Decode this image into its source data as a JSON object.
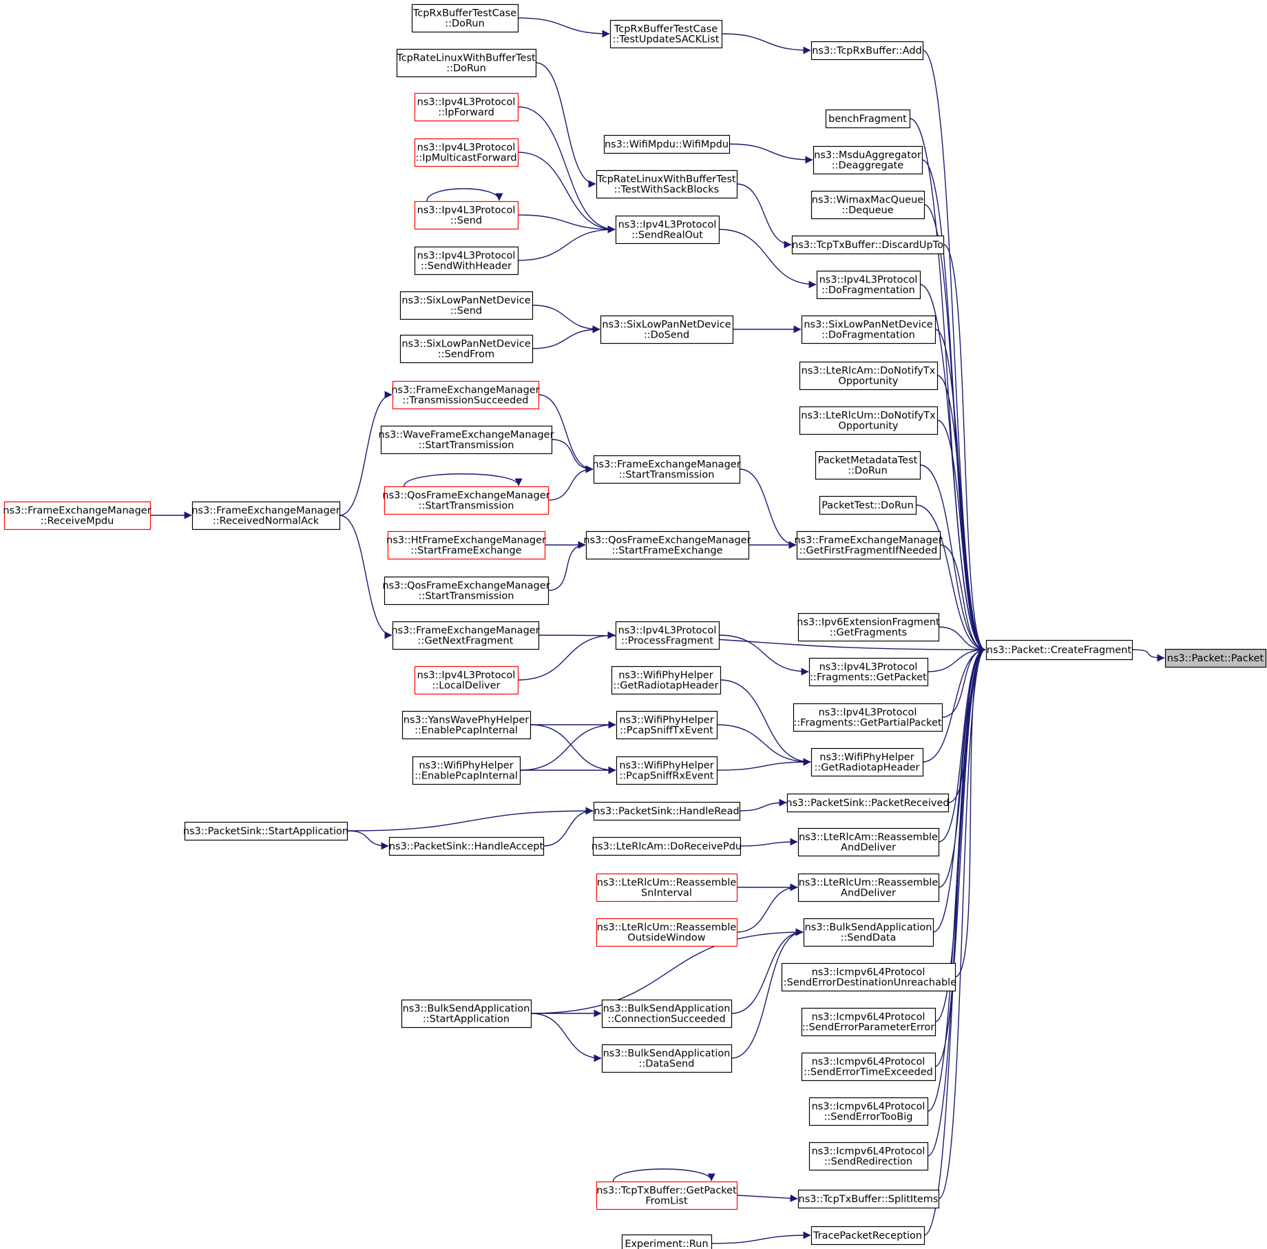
{
  "root_id": "packet_ctor",
  "colors": {
    "edge": "#191970",
    "border_normal": "#000000",
    "border_truncated": "#ff0000",
    "root_fill": "#bfbfbf",
    "fill": "#ffffff"
  },
  "nodes": [
    {
      "id": "packet_ctor",
      "lines": [
        "ns3::Packet::Packet"
      ],
      "style": "root"
    },
    {
      "id": "create_fragment",
      "lines": [
        "ns3::Packet::CreateFragment"
      ],
      "style": "normal"
    },
    {
      "id": "tcprx_add",
      "lines": [
        "ns3::TcpRxBuffer::Add"
      ],
      "style": "normal"
    },
    {
      "id": "tcprx_sack",
      "lines": [
        "TcpRxBufferTestCase",
        "::TestUpdateSACKList"
      ],
      "style": "normal"
    },
    {
      "id": "tcprx_dorun",
      "lines": [
        "TcpRxBufferTestCase",
        "::DoRun"
      ],
      "style": "normal"
    },
    {
      "id": "bench",
      "lines": [
        "benchFragment"
      ],
      "style": "normal"
    },
    {
      "id": "msdu_deagg",
      "lines": [
        "ns3::MsduAggregator",
        "::Deaggregate"
      ],
      "style": "normal"
    },
    {
      "id": "wifimpdu",
      "lines": [
        "ns3::WifiMpdu::WifiMpdu"
      ],
      "style": "normal"
    },
    {
      "id": "wimax_dequeue",
      "lines": [
        "ns3::WimaxMacQueue",
        "::Dequeue"
      ],
      "style": "normal"
    },
    {
      "id": "tcptx_discard",
      "lines": [
        "ns3::TcpTxBuffer::DiscardUpTo"
      ],
      "style": "normal"
    },
    {
      "id": "tcprate_sack",
      "lines": [
        "TcpRateLinuxWithBufferTest",
        "::TestWithSackBlocks"
      ],
      "style": "normal"
    },
    {
      "id": "tcprate_dorun",
      "lines": [
        "TcpRateLinuxWithBufferTest",
        "::DoRun"
      ],
      "style": "normal"
    },
    {
      "id": "ipv4_dofrag",
      "lines": [
        "ns3::Ipv4L3Protocol",
        "::DoFragmentation"
      ],
      "style": "normal"
    },
    {
      "id": "ipv4_sendrealout",
      "lines": [
        "ns3::Ipv4L3Protocol",
        "::SendRealOut"
      ],
      "style": "normal"
    },
    {
      "id": "ipv4_ipforward",
      "lines": [
        "ns3::Ipv4L3Protocol",
        "::IpForward"
      ],
      "style": "truncated"
    },
    {
      "id": "ipv4_ipmcast",
      "lines": [
        "ns3::Ipv4L3Protocol",
        "::IpMulticastForward"
      ],
      "style": "truncated"
    },
    {
      "id": "ipv4_send",
      "lines": [
        "ns3::Ipv4L3Protocol",
        "::Send"
      ],
      "style": "truncated"
    },
    {
      "id": "ipv4_sendwh",
      "lines": [
        "ns3::Ipv4L3Protocol",
        "::SendWithHeader"
      ],
      "style": "normal"
    },
    {
      "id": "sixlow_dofrag",
      "lines": [
        "ns3::SixLowPanNetDevice",
        "::DoFragmentation"
      ],
      "style": "normal"
    },
    {
      "id": "sixlow_dosend",
      "lines": [
        "ns3::SixLowPanNetDevice",
        "::DoSend"
      ],
      "style": "normal"
    },
    {
      "id": "sixlow_send",
      "lines": [
        "ns3::SixLowPanNetDevice",
        "::Send"
      ],
      "style": "normal"
    },
    {
      "id": "sixlow_sendfrom",
      "lines": [
        "ns3::SixLowPanNetDevice",
        "::SendFrom"
      ],
      "style": "normal"
    },
    {
      "id": "lterlcam_notify",
      "lines": [
        "ns3::LteRlcAm::DoNotifyTx",
        "Opportunity"
      ],
      "style": "normal"
    },
    {
      "id": "lterlcum_notify",
      "lines": [
        "ns3::LteRlcUm::DoNotifyTx",
        "Opportunity"
      ],
      "style": "normal"
    },
    {
      "id": "pktmeta_dorun",
      "lines": [
        "PacketMetadataTest",
        "::DoRun"
      ],
      "style": "normal"
    },
    {
      "id": "pkttest_dorun",
      "lines": [
        "PacketTest::DoRun"
      ],
      "style": "normal"
    },
    {
      "id": "fem_getfirst",
      "lines": [
        "ns3::FrameExchangeManager",
        "::GetFirstFragmentIfNeeded"
      ],
      "style": "normal"
    },
    {
      "id": "fem_starttx",
      "lines": [
        "ns3::FrameExchangeManager",
        "::StartTransmission"
      ],
      "style": "normal"
    },
    {
      "id": "fem_txsucc",
      "lines": [
        "ns3::FrameExchangeManager",
        "::TransmissionSucceeded"
      ],
      "style": "truncated"
    },
    {
      "id": "wavefem_starttx",
      "lines": [
        "ns3::WaveFrameExchangeManager",
        "::StartTransmission"
      ],
      "style": "normal"
    },
    {
      "id": "qosfem_starttx_a",
      "lines": [
        "ns3::QosFrameExchangeManager",
        "::StartTransmission"
      ],
      "style": "truncated"
    },
    {
      "id": "qosfem_startfe",
      "lines": [
        "ns3::QosFrameExchangeManager",
        "::StartFrameExchange"
      ],
      "style": "normal"
    },
    {
      "id": "htfem_startfe",
      "lines": [
        "ns3::HtFrameExchangeManager",
        "::StartFrameExchange"
      ],
      "style": "truncated"
    },
    {
      "id": "qosfem_starttx_b",
      "lines": [
        "ns3::QosFrameExchangeManager",
        "::StartTransmission"
      ],
      "style": "normal"
    },
    {
      "id": "fem_recvack",
      "lines": [
        "ns3::FrameExchangeManager",
        "::ReceivedNormalAck"
      ],
      "style": "normal"
    },
    {
      "id": "fem_recvmpdu",
      "lines": [
        "ns3::FrameExchangeManager",
        "::ReceiveMpdu"
      ],
      "style": "truncated"
    },
    {
      "id": "fem_getnext",
      "lines": [
        "ns3::FrameExchangeManager",
        "::GetNextFragment"
      ],
      "style": "normal"
    },
    {
      "id": "ipv6ext_getfrag",
      "lines": [
        "ns3::Ipv6ExtensionFragment",
        "::GetFragments"
      ],
      "style": "normal"
    },
    {
      "id": "ipv4_frag_getpacket",
      "lines": [
        "ns3::Ipv4L3Protocol",
        "::Fragments::GetPacket"
      ],
      "style": "normal"
    },
    {
      "id": "ipv4_procfrag",
      "lines": [
        "ns3::Ipv4L3Protocol",
        "::ProcessFragment"
      ],
      "style": "normal"
    },
    {
      "id": "ipv4_localdeliver",
      "lines": [
        "ns3::Ipv4L3Protocol",
        "::LocalDeliver"
      ],
      "style": "truncated"
    },
    {
      "id": "ipv4_frag_getpartial",
      "lines": [
        "ns3::Ipv4L3Protocol",
        "::Fragments::GetPartialPacket"
      ],
      "style": "normal"
    },
    {
      "id": "wifiphy_getradiotap_r",
      "lines": [
        "ns3::WifiPhyHelper",
        "::GetRadiotapHeader"
      ],
      "style": "normal"
    },
    {
      "id": "wifiphy_getradiotap_l",
      "lines": [
        "ns3::WifiPhyHelper",
        "::GetRadiotapHeader"
      ],
      "style": "normal"
    },
    {
      "id": "wifiphy_sniffttx",
      "lines": [
        "ns3::WifiPhyHelper",
        "::PcapSniffTxEvent"
      ],
      "style": "normal"
    },
    {
      "id": "wifiphy_sniffrx",
      "lines": [
        "ns3::WifiPhyHelper",
        "::PcapSniffRxEvent"
      ],
      "style": "normal"
    },
    {
      "id": "yans_enablepcap",
      "lines": [
        "ns3::YansWavePhyHelper",
        "::EnablePcapInternal"
      ],
      "style": "normal"
    },
    {
      "id": "wifiphy_enablepcap",
      "lines": [
        "ns3::WifiPhyHelper",
        "::EnablePcapInternal"
      ],
      "style": "normal"
    },
    {
      "id": "pktsink_received",
      "lines": [
        "ns3::PacketSink::PacketReceived"
      ],
      "style": "normal"
    },
    {
      "id": "pktsink_handleread",
      "lines": [
        "ns3::PacketSink::HandleRead"
      ],
      "style": "normal"
    },
    {
      "id": "pktsink_startapp",
      "lines": [
        "ns3::PacketSink::StartApplication"
      ],
      "style": "normal"
    },
    {
      "id": "pktsink_handleaccept",
      "lines": [
        "ns3::PacketSink::HandleAccept"
      ],
      "style": "normal"
    },
    {
      "id": "lterlcam_reasm",
      "lines": [
        "ns3::LteRlcAm::Reassemble",
        "AndDeliver"
      ],
      "style": "normal"
    },
    {
      "id": "lterlcam_dorecv",
      "lines": [
        "ns3::LteRlcAm::DoReceivePdu"
      ],
      "style": "normal"
    },
    {
      "id": "lterlcum_reasm",
      "lines": [
        "ns3::LteRlcUm::Reassemble",
        "AndDeliver"
      ],
      "style": "normal"
    },
    {
      "id": "lterlcum_sninterval",
      "lines": [
        "ns3::LteRlcUm::Reassemble",
        "SnInterval"
      ],
      "style": "truncated"
    },
    {
      "id": "lterlcum_outside",
      "lines": [
        "ns3::LteRlcUm::Reassemble",
        "OutsideWindow"
      ],
      "style": "truncated"
    },
    {
      "id": "bulk_senddata",
      "lines": [
        "ns3::BulkSendApplication",
        "::SendData"
      ],
      "style": "normal"
    },
    {
      "id": "bulk_startapp",
      "lines": [
        "ns3::BulkSendApplication",
        "::StartApplication"
      ],
      "style": "normal"
    },
    {
      "id": "bulk_connsucc",
      "lines": [
        "ns3::BulkSendApplication",
        "::ConnectionSucceeded"
      ],
      "style": "normal"
    },
    {
      "id": "bulk_datasend",
      "lines": [
        "ns3::BulkSendApplication",
        "::DataSend"
      ],
      "style": "normal"
    },
    {
      "id": "icmp_destunreach",
      "lines": [
        "ns3::Icmpv6L4Protocol",
        "::SendErrorDestinationUnreachable"
      ],
      "style": "normal"
    },
    {
      "id": "icmp_paramerr",
      "lines": [
        "ns3::Icmpv6L4Protocol",
        "::SendErrorParameterError"
      ],
      "style": "normal"
    },
    {
      "id": "icmp_timeexc",
      "lines": [
        "ns3::Icmpv6L4Protocol",
        "::SendErrorTimeExceeded"
      ],
      "style": "normal"
    },
    {
      "id": "icmp_toobig",
      "lines": [
        "ns3::Icmpv6L4Protocol",
        "::SendErrorTooBig"
      ],
      "style": "normal"
    },
    {
      "id": "icmp_redirect",
      "lines": [
        "ns3::Icmpv6L4Protocol",
        "::SendRedirection"
      ],
      "style": "normal"
    },
    {
      "id": "tcptx_splititems",
      "lines": [
        "ns3::TcpTxBuffer::SplitItems"
      ],
      "style": "normal"
    },
    {
      "id": "tcptx_getpacketfromlist",
      "lines": [
        "ns3::TcpTxBuffer::GetPacket",
        "FromList"
      ],
      "style": "truncated"
    },
    {
      "id": "tracepktrecv",
      "lines": [
        "TracePacketReception"
      ],
      "style": "normal"
    },
    {
      "id": "experiment_run",
      "lines": [
        "Experiment::Run"
      ],
      "style": "normal"
    }
  ],
  "edges": [
    {
      "from": "create_fragment",
      "to": "packet_ctor"
    },
    {
      "from": "tcprx_add",
      "to": "create_fragment"
    },
    {
      "from": "tcprx_sack",
      "to": "tcprx_add"
    },
    {
      "from": "tcprx_dorun",
      "to": "tcprx_sack"
    },
    {
      "from": "bench",
      "to": "create_fragment"
    },
    {
      "from": "msdu_deagg",
      "to": "create_fragment"
    },
    {
      "from": "wifimpdu",
      "to": "msdu_deagg"
    },
    {
      "from": "wimax_dequeue",
      "to": "create_fragment"
    },
    {
      "from": "tcptx_discard",
      "to": "create_fragment"
    },
    {
      "from": "tcprate_sack",
      "to": "tcptx_discard"
    },
    {
      "from": "tcprate_dorun",
      "to": "tcprate_sack"
    },
    {
      "from": "ipv4_dofrag",
      "to": "create_fragment"
    },
    {
      "from": "ipv4_sendrealout",
      "to": "ipv4_dofrag"
    },
    {
      "from": "ipv4_ipforward",
      "to": "ipv4_sendrealout"
    },
    {
      "from": "ipv4_ipmcast",
      "to": "ipv4_sendrealout"
    },
    {
      "from": "ipv4_send",
      "to": "ipv4_sendrealout"
    },
    {
      "from": "ipv4_send",
      "to": "ipv4_send"
    },
    {
      "from": "ipv4_sendwh",
      "to": "ipv4_sendrealout"
    },
    {
      "from": "sixlow_dofrag",
      "to": "create_fragment"
    },
    {
      "from": "sixlow_dosend",
      "to": "sixlow_dofrag"
    },
    {
      "from": "sixlow_send",
      "to": "sixlow_dosend"
    },
    {
      "from": "sixlow_sendfrom",
      "to": "sixlow_dosend"
    },
    {
      "from": "lterlcam_notify",
      "to": "create_fragment"
    },
    {
      "from": "lterlcum_notify",
      "to": "create_fragment"
    },
    {
      "from": "pktmeta_dorun",
      "to": "create_fragment"
    },
    {
      "from": "pkttest_dorun",
      "to": "create_fragment"
    },
    {
      "from": "fem_getfirst",
      "to": "create_fragment"
    },
    {
      "from": "fem_starttx",
      "to": "fem_getfirst"
    },
    {
      "from": "fem_txsucc",
      "to": "fem_starttx"
    },
    {
      "from": "wavefem_starttx",
      "to": "fem_starttx"
    },
    {
      "from": "qosfem_starttx_a",
      "to": "fem_starttx"
    },
    {
      "from": "qosfem_starttx_a",
      "to": "qosfem_starttx_a"
    },
    {
      "from": "qosfem_startfe",
      "to": "fem_getfirst"
    },
    {
      "from": "htfem_startfe",
      "to": "qosfem_startfe"
    },
    {
      "from": "qosfem_starttx_b",
      "to": "qosfem_startfe"
    },
    {
      "from": "fem_recvack",
      "to": "fem_txsucc"
    },
    {
      "from": "fem_recvack",
      "to": "fem_getnext"
    },
    {
      "from": "fem_recvmpdu",
      "to": "fem_recvack"
    },
    {
      "from": "fem_getnext",
      "to": "create_fragment"
    },
    {
      "from": "ipv6ext_getfrag",
      "to": "create_fragment"
    },
    {
      "from": "ipv4_frag_getpacket",
      "to": "create_fragment"
    },
    {
      "from": "ipv4_procfrag",
      "to": "ipv4_frag_getpacket"
    },
    {
      "from": "ipv4_localdeliver",
      "to": "ipv4_procfrag"
    },
    {
      "from": "ipv4_frag_getpartial",
      "to": "create_fragment"
    },
    {
      "from": "wifiphy_getradiotap_r",
      "to": "create_fragment"
    },
    {
      "from": "wifiphy_getradiotap_l",
      "to": "wifiphy_getradiotap_r"
    },
    {
      "from": "wifiphy_sniffttx",
      "to": "wifiphy_getradiotap_r"
    },
    {
      "from": "wifiphy_sniffrx",
      "to": "wifiphy_getradiotap_r"
    },
    {
      "from": "yans_enablepcap",
      "to": "wifiphy_sniffttx"
    },
    {
      "from": "yans_enablepcap",
      "to": "wifiphy_sniffrx"
    },
    {
      "from": "wifiphy_enablepcap",
      "to": "wifiphy_sniffttx"
    },
    {
      "from": "wifiphy_enablepcap",
      "to": "wifiphy_sniffrx"
    },
    {
      "from": "pktsink_received",
      "to": "create_fragment"
    },
    {
      "from": "pktsink_handleread",
      "to": "pktsink_received"
    },
    {
      "from": "pktsink_startapp",
      "to": "pktsink_handleread"
    },
    {
      "from": "pktsink_startapp",
      "to": "pktsink_handleaccept"
    },
    {
      "from": "pktsink_handleaccept",
      "to": "pktsink_handleread"
    },
    {
      "from": "lterlcam_reasm",
      "to": "create_fragment"
    },
    {
      "from": "lterlcam_dorecv",
      "to": "lterlcam_reasm"
    },
    {
      "from": "lterlcum_reasm",
      "to": "create_fragment"
    },
    {
      "from": "lterlcum_sninterval",
      "to": "lterlcum_reasm"
    },
    {
      "from": "lterlcum_outside",
      "to": "lterlcum_reasm"
    },
    {
      "from": "bulk_senddata",
      "to": "create_fragment"
    },
    {
      "from": "bulk_startapp",
      "to": "bulk_senddata"
    },
    {
      "from": "bulk_startapp",
      "to": "bulk_connsucc"
    },
    {
      "from": "bulk_startapp",
      "to": "bulk_datasend"
    },
    {
      "from": "bulk_connsucc",
      "to": "bulk_senddata"
    },
    {
      "from": "bulk_datasend",
      "to": "bulk_senddata"
    },
    {
      "from": "icmp_destunreach",
      "to": "create_fragment"
    },
    {
      "from": "icmp_paramerr",
      "to": "create_fragment"
    },
    {
      "from": "icmp_timeexc",
      "to": "create_fragment"
    },
    {
      "from": "icmp_toobig",
      "to": "create_fragment"
    },
    {
      "from": "icmp_redirect",
      "to": "create_fragment"
    },
    {
      "from": "tcptx_splititems",
      "to": "create_fragment"
    },
    {
      "from": "tcptx_getpacketfromlist",
      "to": "tcptx_splititems"
    },
    {
      "from": "tcptx_getpacketfromlist",
      "to": "tcptx_getpacketfromlist"
    },
    {
      "from": "tracepktrecv",
      "to": "create_fragment"
    },
    {
      "from": "experiment_run",
      "to": "tracepktrecv"
    }
  ]
}
